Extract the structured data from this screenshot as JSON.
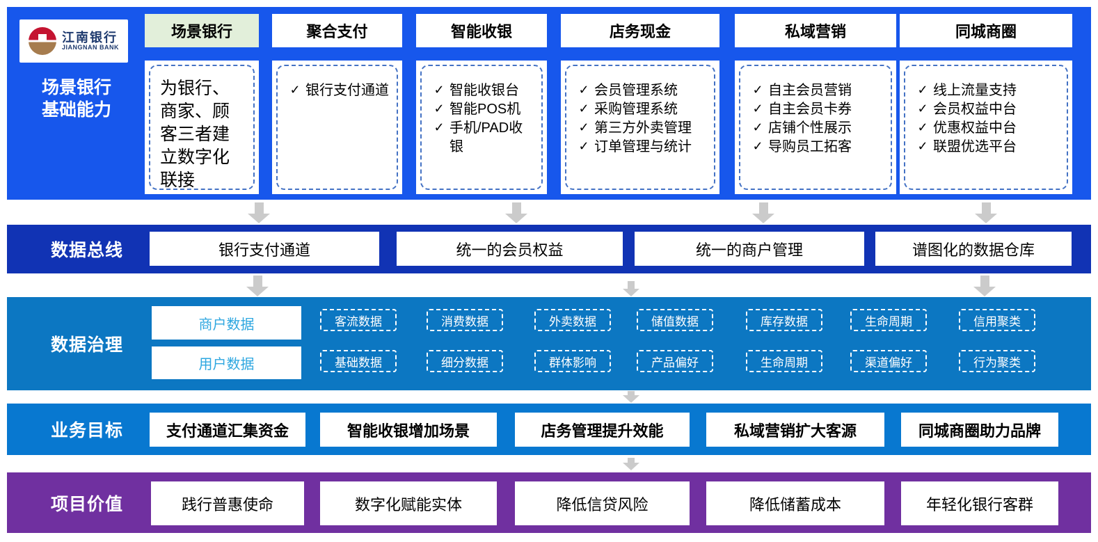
{
  "brand": {
    "name_cn": "江南银行",
    "name_en": "JIANGNAN BANK"
  },
  "glyphs": {
    "check": "✓"
  },
  "capability_section": {
    "row_label_line1": "场景银行",
    "row_label_line2": "基础能力",
    "columns": [
      {
        "header": "场景银行",
        "highlighted": true,
        "items": [
          "为银行、商家、顾客三者建立数字化联接"
        ]
      },
      {
        "header": "聚合支付",
        "items": [
          "银行支付通道"
        ]
      },
      {
        "header": "智能收银",
        "items": [
          "智能收银台",
          "智能POS机",
          "手机/PAD收银"
        ]
      },
      {
        "header": "店务现金",
        "items": [
          "会员管理系统",
          "采购管理系统",
          "第三方外卖管理",
          "订单管理与统计"
        ]
      },
      {
        "header": "私域营销",
        "items": [
          "自主会员营销",
          "自主会员卡券",
          "店铺个性展示",
          "导购员工拓客"
        ]
      },
      {
        "header": "同城商圈",
        "items": [
          "线上流量支持",
          "会员权益中台",
          "优惠权益中台",
          "联盟优选平台"
        ]
      }
    ]
  },
  "data_bus": {
    "row_label": "数据总线",
    "boxes": [
      "银行支付通道",
      "统一的会员权益",
      "统一的商户管理",
      "谱图化的数据仓库"
    ]
  },
  "data_governance": {
    "row_label": "数据治理",
    "groups": [
      {
        "label": "商户数据",
        "chips": [
          "客流数据",
          "消费数据",
          "外卖数据",
          "储值数据",
          "库存数据",
          "生命周期",
          "信用聚类"
        ]
      },
      {
        "label": "用户数据",
        "chips": [
          "基础数据",
          "细分数据",
          "群体影响",
          "产品偏好",
          "生命周期",
          "渠道偏好",
          "行为聚类"
        ]
      }
    ]
  },
  "business_goals": {
    "row_label": "业务目标",
    "boxes": [
      "支付通道汇集资金",
      "智能收银增加场景",
      "店务管理提升效能",
      "私域营销扩大客源",
      "同城商圈助力品牌"
    ]
  },
  "project_values": {
    "row_label": "项目价值",
    "boxes": [
      "践行普惠使命",
      "数字化赋能实体",
      "降低信贷风险",
      "降低储蓄成本",
      "年轻化银行客群"
    ]
  },
  "colors": {
    "top_section_blue": "#1757EC",
    "data_bus_navy": "#1133B4",
    "governance_blue": "#0C77C2",
    "goals_blue": "#0878D0",
    "values_purple": "#7030A0",
    "highlight_green": "#E2EFDA",
    "dashed_border_blue": "#4472C4",
    "group_label_blue": "#2EA7E0",
    "arrow_gray": "#CBCBCB",
    "logo_red": "#C41431",
    "logo_gold": "#A67C4E",
    "logo_navy": "#1E3A6E"
  }
}
